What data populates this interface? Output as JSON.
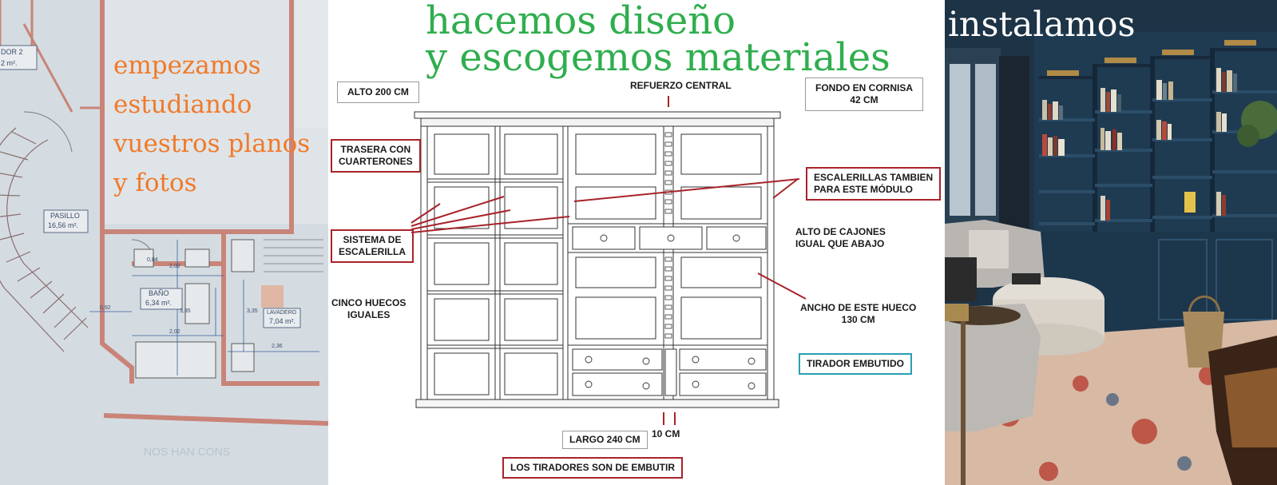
{
  "plan": {
    "lines": [
      "empezamos",
      "estudiando",
      "vuestros planos",
      "y fotos"
    ],
    "labels": {
      "dormitorio": "DOR 2",
      "dormitorio_area": "2 m².",
      "pasillo": "PASILLO",
      "pasillo_area": "16,56 m².",
      "bano": "BAÑO",
      "bano_area": "6,34 m².",
      "lavadero": "LAVADERO",
      "lavadero_area": "7,04 m².",
      "watermark": "NOS HAN CONS"
    },
    "dims": [
      "0,84",
      "2,02",
      "0,92",
      "3,35",
      "3,35",
      "2,02",
      "2,36"
    ],
    "colors": {
      "text": "#f07a2a",
      "wall": "#c98478",
      "paper": "#d4dce2"
    }
  },
  "design": {
    "title_lines": [
      "hacemos diseño",
      "y escogemos materiales"
    ],
    "notes": {
      "alto": "ALTO 200 CM",
      "refuerzo": "REFUERZO CENTRAL",
      "fondo": "FONDO EN CORNISA\n42 CM",
      "trasera": "TRASERA CON\nCUARTERONES",
      "escalerillas": "ESCALERILLAS TAMBIEN\nPARA ESTE MÓDULO",
      "sistema": "SISTEMA DE\nESCALERILLA",
      "alto_cajones": "ALTO DE CAJONES\nIGUAL QUE ABAJO",
      "cinco": "CINCO HUECOS\nIGUALES",
      "ancho": "ANCHO DE ESTE HUECO\n130 CM",
      "tirador": "TIRADOR EMBUTIDO",
      "diez": "10 CM",
      "largo": "LARGO 240 CM",
      "tiradores": "LOS TIRADORES SON DE EMBUTIR"
    },
    "colors": {
      "title": "#2fae4e",
      "callout": "#a8232a",
      "accent": "#2a9fb4"
    }
  },
  "photo": {
    "title": "instalamos",
    "colors": {
      "cabinet": "#1f3b52",
      "rug": "#d7b9a4"
    }
  }
}
